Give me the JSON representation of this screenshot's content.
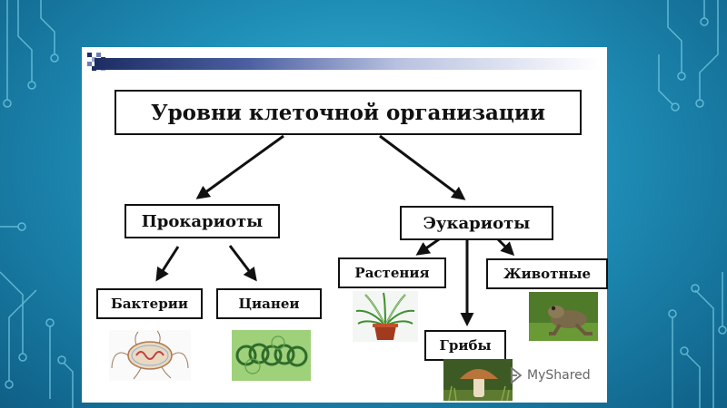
{
  "diagram": {
    "title": "Уровни клеточной организации",
    "nodes": {
      "prokaryotes": "Прокариоты",
      "eukaryotes": "Эукариоты",
      "bacteria": "Бактерии",
      "cyanobacteria": "Цианеи",
      "plants": "Растения",
      "animals": "Животные",
      "fungi": "Грибы"
    }
  },
  "watermark": {
    "text": "MyShared"
  },
  "colors": {
    "background": "#1f8fb8",
    "slide": "#ffffff",
    "border": "#111111"
  }
}
